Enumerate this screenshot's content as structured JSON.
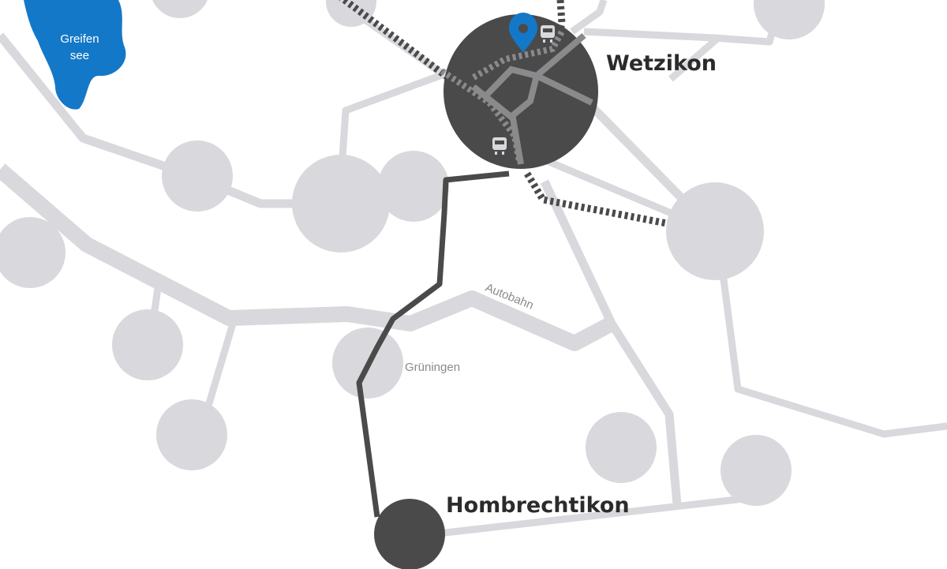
{
  "map": {
    "places": {
      "wetzikon": "Wetzikon",
      "hombrechtikon": "Hombrechtikon",
      "grueningen": "Grüningen"
    },
    "lake": {
      "line1": "Greifen",
      "line2": "see"
    },
    "road_labels": {
      "autobahn": "Autobahn"
    },
    "colors": {
      "background": "#ffffff",
      "road": "#d8d8dd",
      "town": "#d8d8dd",
      "route": "#4a4a4a",
      "highlight_town": "#4a4a4a",
      "lake": "#1478c8",
      "pin": "#1478c8",
      "railway": "#4a4a4a"
    },
    "icons": [
      "map-pin-icon",
      "train-station-icon",
      "train-station-icon"
    ]
  }
}
